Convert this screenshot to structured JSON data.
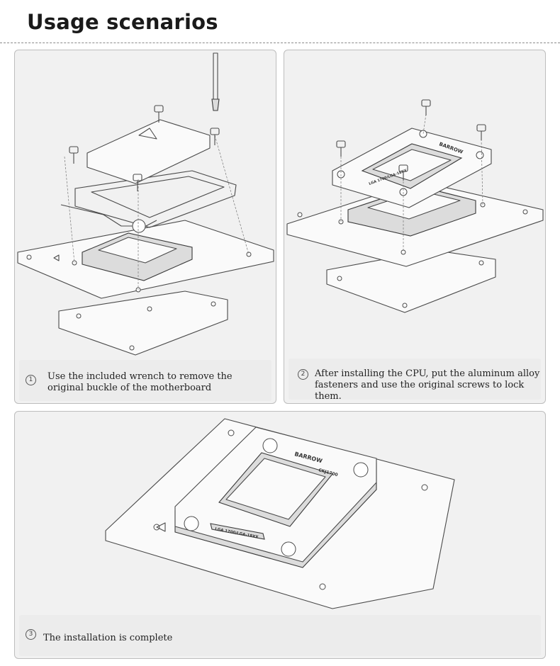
{
  "header": {
    "title": "Usage scenarios"
  },
  "steps": [
    {
      "number": "1",
      "text": "Use the included wrench to remove the original buckle of the motherboard"
    },
    {
      "number": "2",
      "text": "After installing the CPU, put the aluminum alloy fasteners and use the original screws to lock them."
    },
    {
      "number": "3",
      "text": "The installation is complete"
    }
  ],
  "product": {
    "brand_logo": "BARROW",
    "model": "CKJ1700",
    "socket_label": "LGA 1700/LGA-18XX"
  },
  "colors": {
    "panel_bg": "#f1f1f1",
    "caption_bg": "#ececec",
    "line": "#4a4a4a"
  }
}
